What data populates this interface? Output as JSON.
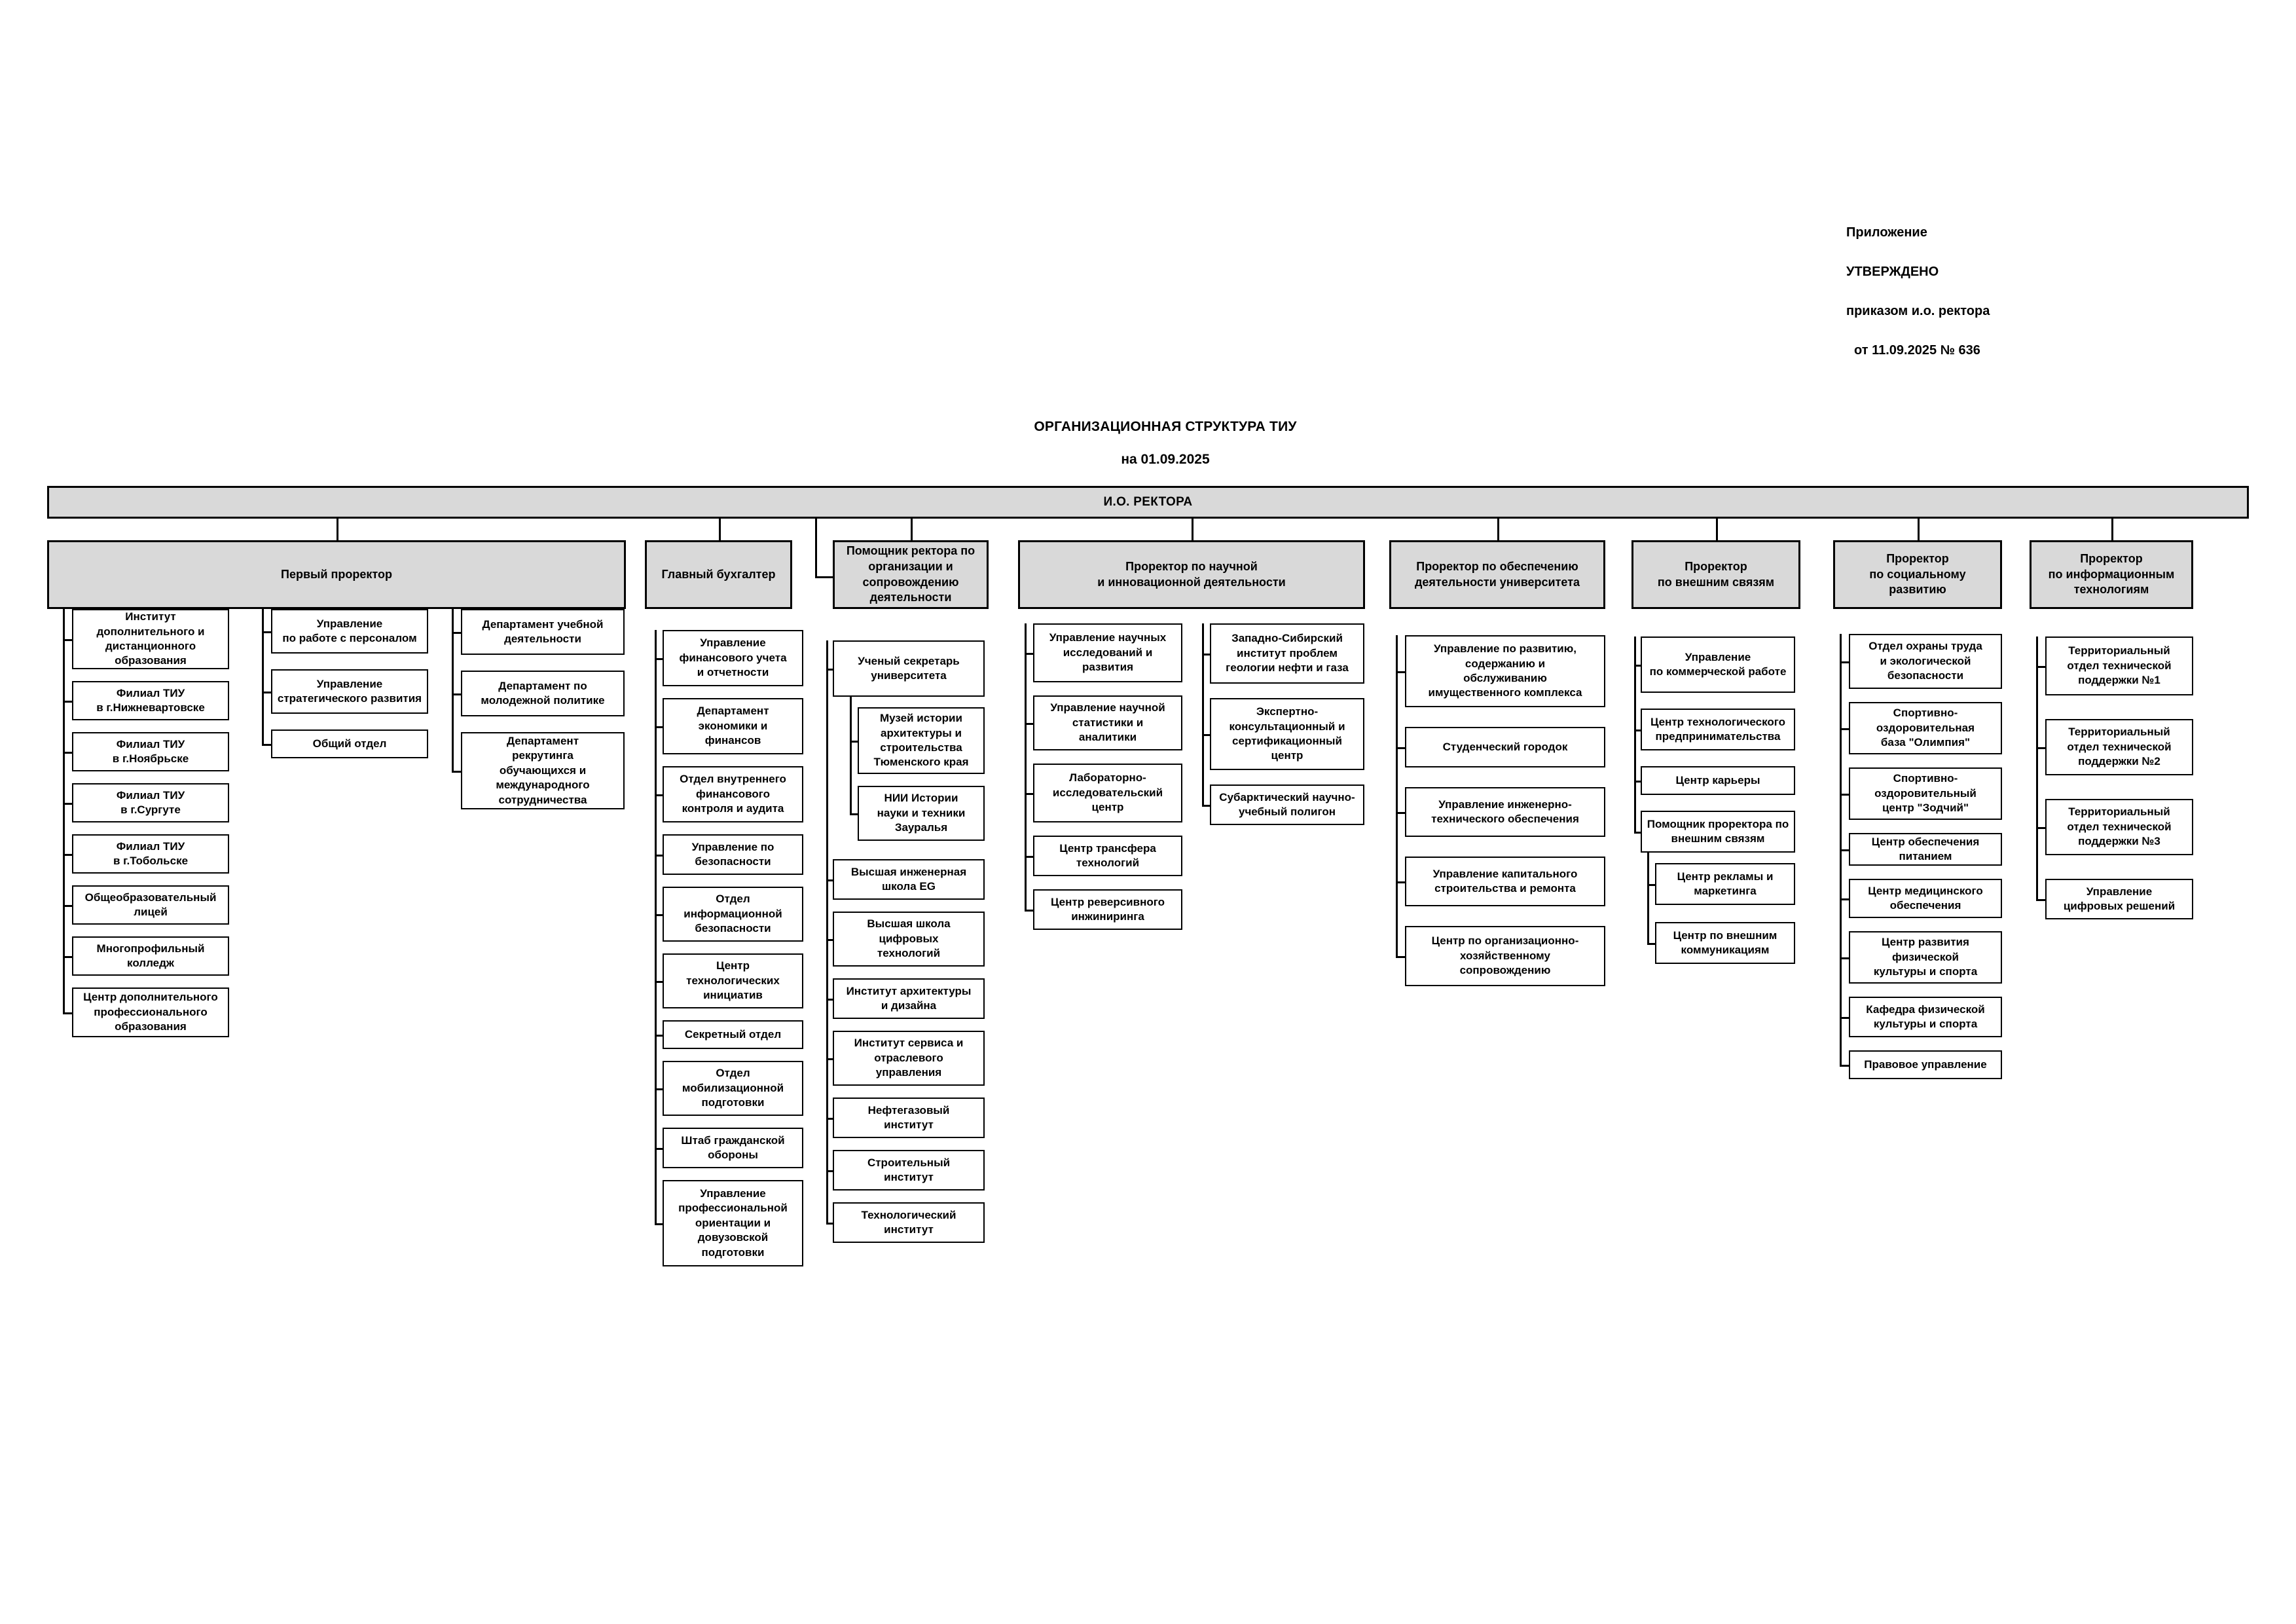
{
  "approval": {
    "line1": "Приложение",
    "line2": "УТВЕРЖДЕНО",
    "line3": "приказом и.о. ректора",
    "line4": "от   11.09.2025   № 636"
  },
  "chart_title": {
    "line1": "ОРГАНИЗАЦИОННАЯ СТРУКТУРА ТИУ",
    "line2": "на 01.09.2025"
  },
  "root": {
    "label": "И.О. РЕКТОРА"
  },
  "columns": {
    "first_prorector": {
      "header": "Первый проректор",
      "group_a": [
        "Институт\nдополнительного и\nдистанционного\nобразования",
        "Филиал ТИУ\nв г.Нижневартовске",
        "Филиал ТИУ\nв г.Ноябрьске",
        "Филиал ТИУ\nв г.Сургуте",
        "Филиал ТИУ\nв г.Тобольске",
        "Общеобразовательный\nлицей",
        "Многопрофильный\nколледж",
        "Центр дополнительного\nпрофессионального\nобразования"
      ],
      "group_b": [
        "Управление\nпо работе с персоналом",
        "Управление\nстратегического развития",
        "Общий отдел"
      ],
      "group_c": [
        "Департамент учебной\nдеятельности",
        "Департамент по\nмолодежной политике",
        "Департамент\nрекрутинга\nобучающихся и\nмеждународного\nсотрудничества"
      ]
    },
    "chief_accountant": {
      "header": "Главный бухгалтер",
      "children": [
        "Управление\nфинансового учета\nи отчетности",
        "Департамент\nэкономики и\nфинансов",
        "Отдел внутреннего\nфинансового\nконтроля и аудита",
        "Управление по\nбезопасности",
        "Отдел\nинформационной\nбезопасности",
        "Центр\nтехнологических\nинициатив",
        "Секретный отдел",
        "Отдел\nмобилизационной\nподготовки",
        "Штаб гражданской\nобороны",
        "Управление\nпрофессиональной\nориентации и\nдовузовской\nподготовки"
      ]
    },
    "rector_assistant": {
      "header": "Помощник ректора по\nорганизации и\nсопровождению\nдеятельности",
      "children": [
        "Ученый секретарь\nуниверситета",
        "Высшая инженерная\nшкола EG",
        "Высшая школа\nцифровых\nтехнологий",
        "Институт архитектуры\nи дизайна",
        "Институт сервиса и\nотраслевого\nуправления",
        "Нефтегазовый\nинститут",
        "Строительный\nинститут",
        "Технологический\nинститут"
      ],
      "secretary_children": [
        "Музей истории\nархитектуры и\nстроительства\nТюменского края",
        "НИИ Истории\nнауки и техники\nЗауралья"
      ]
    },
    "science_prorector": {
      "header": "Проректор по научной\nи инновационной деятельности",
      "group_a": [
        "Управление научных\nисследований и\nразвития",
        "Управление научной\nстатистики и\nаналитики",
        "Лабораторно-\nисследовательский\nцентр",
        "Центр трансфера\nтехнологий",
        "Центр реверсивного\nинжиниринга"
      ],
      "group_b": [
        "Западно-Сибирский\nинститут проблем\nгеологии нефти и газа",
        "Экспертно-\nконсультационный и\nсертификационный\nцентр",
        "Субарктический научно-\nучебный полигон"
      ]
    },
    "operations_prorector": {
      "header": "Проректор по обеспечению\nдеятельности университета",
      "children": [
        "Управление по развитию,\nсодержанию и\nобслуживанию\nимущественного комплекса",
        "Студенческий городок",
        "Управление инженерно-\nтехнического обеспечения",
        "Управление капитального\nстроительства и ремонта",
        "Центр по организационно-\nхозяйственному\nсопровождению"
      ]
    },
    "external_prorector": {
      "header": "Проректор\nпо внешним связям",
      "children": [
        "Управление\nпо коммерческой работе",
        "Центр технологического\nпредпринимательства",
        "Центр карьеры",
        "Помощник проректора по\nвнешним связям"
      ],
      "assistant_children": [
        "Центр рекламы и\nмаркетинга",
        "Центр по внешним\nкоммуникациям"
      ]
    },
    "social_prorector": {
      "header": "Проректор\nпо социальному\nразвитию",
      "children": [
        "Отдел охраны труда\nи экологической\nбезопасности",
        "Спортивно-\nоздоровительная\nбаза \"Олимпия\"",
        "Спортивно-\nоздоровительный\nцентр \"Зодчий\"",
        "Центр обеспечения\nпитанием",
        "Центр медицинского\nобеспечения",
        "Центр развития\nфизической\nкультуры и спорта",
        "Кафедра физической\nкультуры и спорта",
        "Правовое управление"
      ]
    },
    "it_prorector": {
      "header": "Проректор\nпо информационным\nтехнологиям",
      "children": [
        "Территориальный\nотдел технической\nподдержки №1",
        "Территориальный\nотдел технической\nподдержки №2",
        "Территориальный\nотдел технической\nподдержки №3",
        "Управление\nцифровых решений"
      ]
    }
  }
}
